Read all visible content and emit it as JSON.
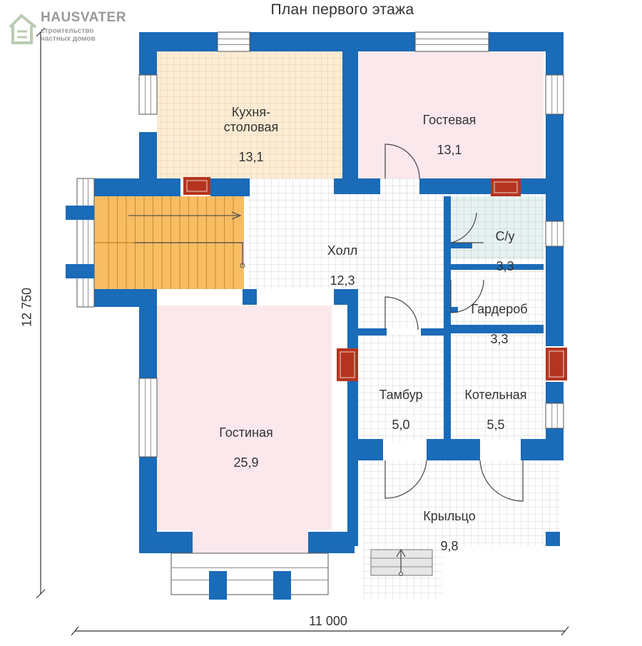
{
  "title": "План первого этажа",
  "logo": {
    "brand": "HAUSVATER",
    "tagline_1": "строительство",
    "tagline_2": "частных домов"
  },
  "colors": {
    "wall": "#1a6bb8",
    "kitchen": "#fdecd4",
    "guest": "#fbe8ec",
    "living": "#fbe8ec",
    "hall": "#ffffff",
    "wc": "#e6f2f1",
    "stairs": "#f8bd63",
    "chimney": "#b5341f",
    "tile_grid": "#c8c8c8"
  },
  "rooms": [
    {
      "id": "kitchen",
      "name": "Кухня-\nстоловая",
      "area": "13,1"
    },
    {
      "id": "guest",
      "name": "Гостевая",
      "area": "13,1"
    },
    {
      "id": "hall",
      "name": "Холл",
      "area": "12,3"
    },
    {
      "id": "wc",
      "name": "С/у",
      "area": "3,3"
    },
    {
      "id": "wardrobe",
      "name": "Гардероб",
      "area": "3,3"
    },
    {
      "id": "vestibule",
      "name": "Тамбур",
      "area": "5,0"
    },
    {
      "id": "boiler",
      "name": "Котельная",
      "area": "5,5"
    },
    {
      "id": "living",
      "name": "Гостиная",
      "area": "25,9"
    },
    {
      "id": "porch",
      "name": "Крыльцо",
      "area": "9,8"
    }
  ],
  "dimensions": {
    "width": "11 000",
    "height": "12 750"
  }
}
